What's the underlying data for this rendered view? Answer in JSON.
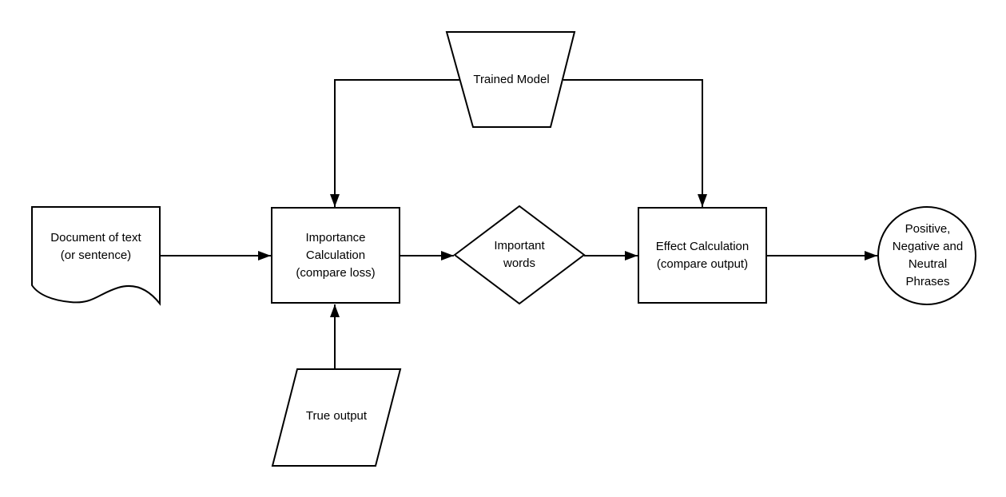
{
  "diagram": {
    "type": "flowchart",
    "colors": {
      "background": "#ffffff",
      "stroke": "#000000",
      "text": "#000000"
    },
    "nodes": {
      "document": {
        "label": "Document of text\n(or sentence)",
        "shape": "document"
      },
      "importance_calculation": {
        "label": "Importance\nCalculation\n(compare loss)",
        "shape": "rectangle"
      },
      "important_words": {
        "label": "Important\nwords",
        "shape": "diamond"
      },
      "effect_calculation": {
        "label": "Effect Calculation\n(compare output)",
        "shape": "rectangle"
      },
      "result_phrases": {
        "label": "Positive,\nNegative and\nNeutral\nPhrases",
        "shape": "circle"
      },
      "trained_model": {
        "label": "Trained Model",
        "shape": "trapezoid"
      },
      "true_output": {
        "label": "True output",
        "shape": "parallelogram"
      }
    },
    "edges": [
      {
        "from": "document",
        "to": "importance_calculation"
      },
      {
        "from": "importance_calculation",
        "to": "important_words"
      },
      {
        "from": "important_words",
        "to": "effect_calculation"
      },
      {
        "from": "effect_calculation",
        "to": "result_phrases"
      },
      {
        "from": "trained_model",
        "to": "importance_calculation"
      },
      {
        "from": "trained_model",
        "to": "effect_calculation"
      },
      {
        "from": "true_output",
        "to": "importance_calculation"
      }
    ]
  }
}
